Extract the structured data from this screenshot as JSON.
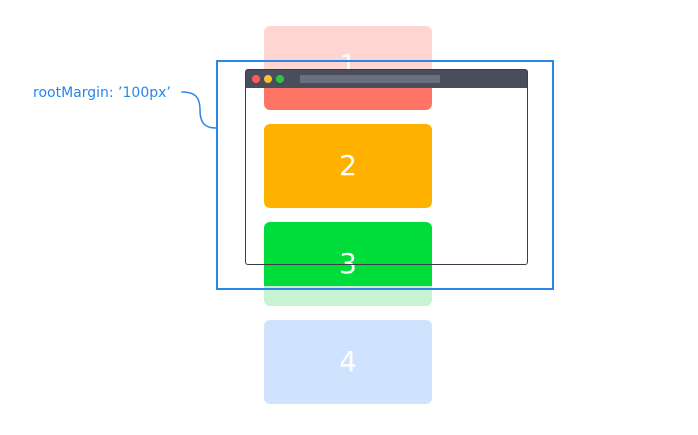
{
  "label": {
    "text": "rootMargin: ’100px’"
  },
  "boxes": [
    {
      "number": "1",
      "color_solid": "#ff7565",
      "color_faded": "#ffd5d1"
    },
    {
      "number": "2",
      "color_solid": "#ffb100"
    },
    {
      "number": "3",
      "color_solid": "#00dc3a",
      "color_faded": "#c8f4d3"
    },
    {
      "number": "4",
      "color_faded": "#d0e3fe"
    }
  ],
  "colors": {
    "root_margin_outline": "#2a86e9",
    "browser_frame": "#3a3d4a",
    "browser_titlebar": "#4a4d5c"
  },
  "icons": {
    "window_controls": [
      "close-dot-icon",
      "minimize-dot-icon",
      "maximize-dot-icon"
    ]
  }
}
